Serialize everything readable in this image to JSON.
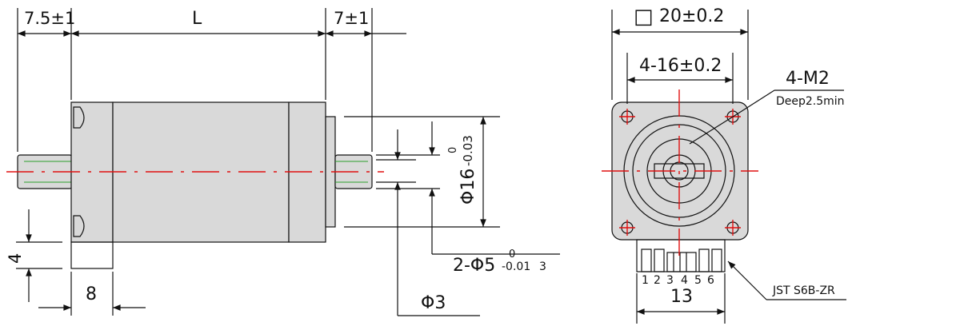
{
  "side_view": {
    "dim_shaft_left": "7.5±1",
    "dim_body_length": "L",
    "dim_shaft_right": "7±1",
    "dim_flange_height": "4",
    "dim_bottom_width": "8",
    "dim_pilot_diameter": "Φ16",
    "dim_pilot_tol_upper": "0",
    "dim_pilot_tol_lower": "-0.03",
    "dim_shaft_diameter": "2-Φ5",
    "dim_shaft_tol_upper": "0",
    "dim_shaft_tol_lower": "-0.01",
    "dim_shaft_suffix": "3",
    "dim_flat_diameter": "Φ3"
  },
  "front_view": {
    "dim_square_symbol": "□",
    "dim_square_value": "20±0.2",
    "dim_hole_spacing": "4-16±0.2",
    "dim_thread": "4-M2",
    "dim_thread_depth": "Deep2.5min",
    "connector_label": "JST S6B-ZR",
    "connector_pins": [
      "1",
      "2",
      "3",
      "4",
      "5",
      "6"
    ],
    "dim_connector_width": "13"
  },
  "colors": {
    "center_line": "#e01010",
    "thread_line": "#2aa02a",
    "body_fill": "#d9d9d9"
  }
}
